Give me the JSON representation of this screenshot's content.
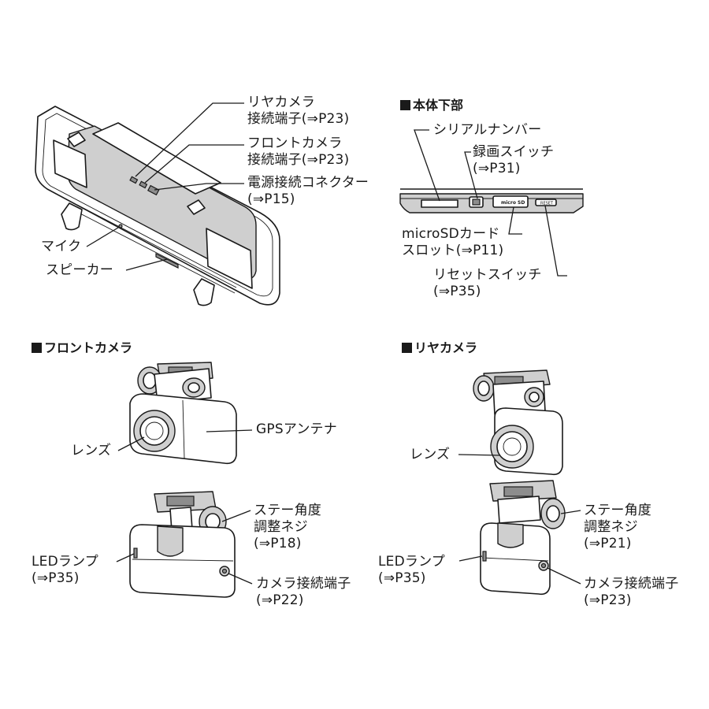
{
  "sections": {
    "bottom_view": "本体下部",
    "front_camera": "フロントカメラ",
    "rear_camera": "リヤカメラ"
  },
  "mirror": {
    "rear_cam_terminal": [
      "リヤカメラ",
      "接続端子(⇒P23)"
    ],
    "front_cam_terminal": [
      "フロントカメラ",
      "接続端子(⇒P23)"
    ],
    "power_connector": [
      "電源接続コネクター",
      "(⇒P15)"
    ],
    "mic": "マイク",
    "speaker": "スピーカー"
  },
  "bottom": {
    "serial": "シリアルナンバー",
    "rec_switch": [
      "録画スイッチ",
      "(⇒P31)"
    ],
    "sd_slot": [
      "microSDカード",
      "スロット(⇒P11)"
    ],
    "reset_switch": [
      "リセットスイッチ",
      "(⇒P35)"
    ],
    "sd_marking": "micro SD",
    "reset_marking": "RESET"
  },
  "front": {
    "gps": "GPSアンテナ",
    "lens": "レンズ",
    "stay_adjust": [
      "ステー角度",
      "調整ネジ",
      "(⇒P18)"
    ],
    "led": [
      "LEDランプ",
      "(⇒P35)"
    ],
    "terminal": [
      "カメラ接続端子",
      "(⇒P22)"
    ]
  },
  "rear": {
    "lens": "レンズ",
    "stay_adjust": [
      "ステー角度",
      "調整ネジ",
      "(⇒P21)"
    ],
    "led": [
      "LEDランプ",
      "(⇒P35)"
    ],
    "terminal": [
      "カメラ接続端子",
      "(⇒P23)"
    ]
  }
}
